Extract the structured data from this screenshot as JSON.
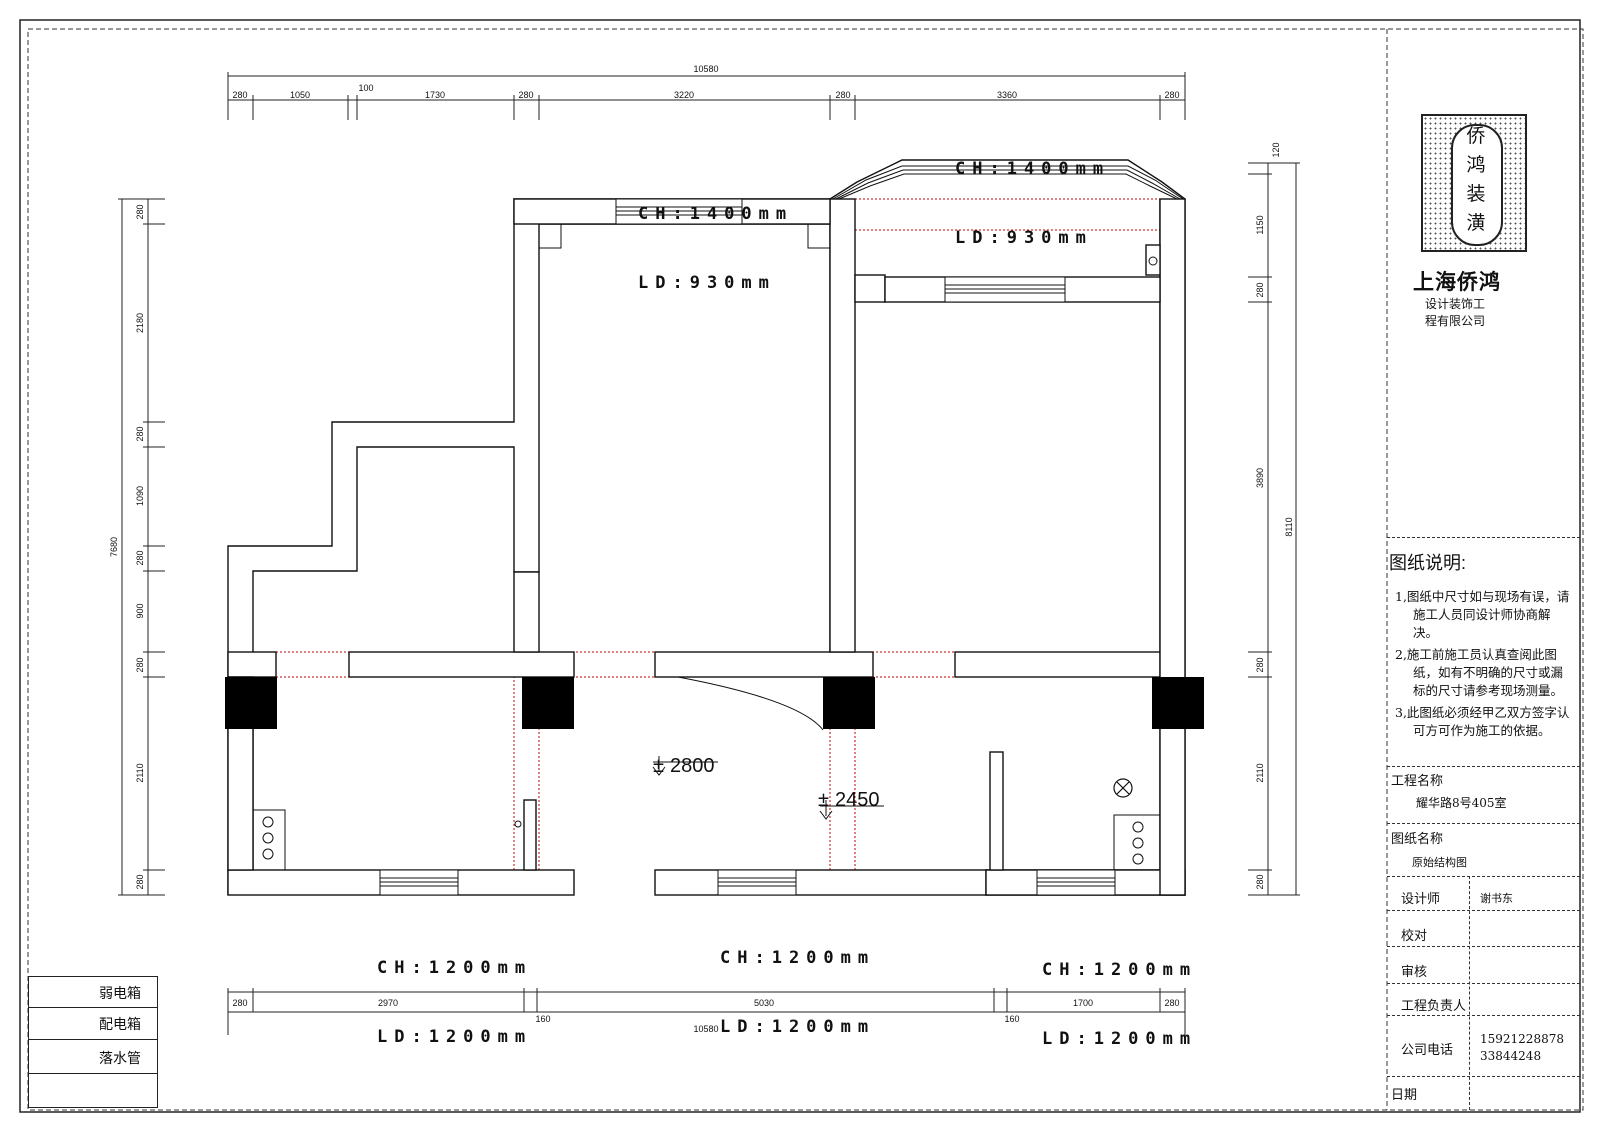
{
  "overall_dimensions": {
    "top_total": "10580",
    "top_segments": [
      "280",
      "1050",
      "100",
      "1730",
      "280",
      "3220",
      "280",
      "3360",
      "280"
    ],
    "bottom_segments": [
      "280",
      "2970",
      "160",
      "5030",
      "160",
      "1700",
      "280"
    ],
    "bottom_total": "10580",
    "left_segments": [
      "280",
      "2180",
      "280",
      "1090",
      "280",
      "900",
      "280",
      "2110",
      "280"
    ],
    "left_total": "7680",
    "right_segments": [
      "120",
      "1150",
      "280",
      "3890",
      "280",
      "2110",
      "280"
    ],
    "right_total": "8110"
  },
  "window_annotations": {
    "top_middle": {
      "ch": "CH:1400mm",
      "ld": "LD:930mm"
    },
    "top_right": {
      "ch": "CH:1400mm",
      "ld": "LD:930mm"
    },
    "bottom_left": {
      "ch": "CH:1200mm",
      "ld": "LD:1200mm"
    },
    "bottom_middle": {
      "ch": "CH:1200mm",
      "ld": "LD:1200mm"
    },
    "bottom_right": {
      "ch": "CH:1200mm",
      "ld": "LD:1200mm"
    }
  },
  "elevations": {
    "e1": "2800",
    "e2": "2450"
  },
  "legend": {
    "items": [
      "弱电箱",
      "配电箱",
      "落水管"
    ]
  },
  "title_block": {
    "logo_chars": [
      "侨",
      "鸿",
      "装",
      "潢"
    ],
    "company_name": "上海侨鸿",
    "company_sub_1": "设计装饰工",
    "company_sub_2": "程有限公司",
    "notes_title": "图纸说明:",
    "notes": [
      "1,图纸中尺寸如与现场有误，请施工人员同设计师协商解决。",
      "2,施工前施工员认真查阅此图纸，如有不明确的尺寸或漏标的尺寸请参考现场测量。",
      "3,此图纸必须经甲乙双方签字认可方可作为施工的依据。"
    ],
    "project_label": "工程名称",
    "project_value": "耀华路8号405室",
    "drawing_label": "图纸名称",
    "drawing_value": "原始结构图",
    "designer_label": "设计师",
    "designer_value": "谢书东",
    "check_label": "校对",
    "review_label": "审核",
    "manager_label": "工程负责人",
    "phone_label": "公司电话",
    "phone_1": "15921228878",
    "phone_2": "33844248",
    "date_label": "日期"
  },
  "colors": {
    "wall": "#111111",
    "column": "#000000",
    "guide": "#c00000"
  }
}
